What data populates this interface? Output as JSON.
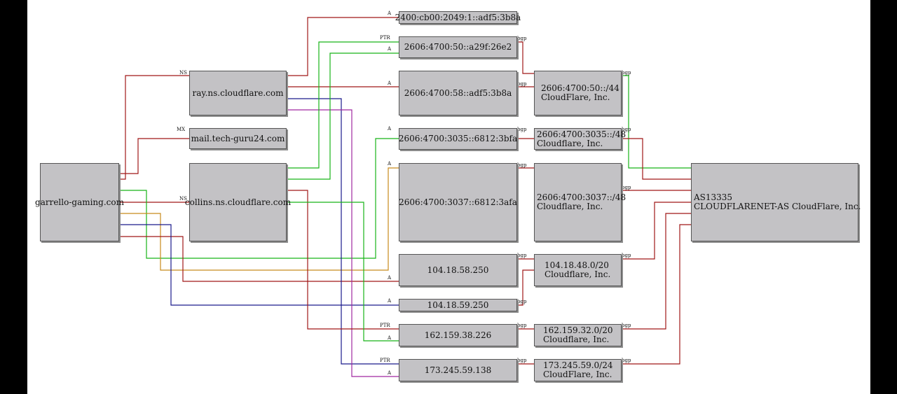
{
  "colors": {
    "red": "#a01818",
    "green": "#18b418",
    "orange": "#c88a1c",
    "navy": "#1a1a8c",
    "magenta": "#a028a0",
    "node_fill": "#c3c2c5"
  },
  "nodes": {
    "domain": "garrello-gaming.com",
    "ray_ns": "ray.ns.cloudflare.com",
    "mail": "mail.tech-guru24.com",
    "collins_ns": "collins.ns.cloudflare.com",
    "ip_2400": "2400:cb00:2049:1::adf5:3b8a",
    "ip_a29f": "2606:4700:50::a29f:26e2",
    "ip_58": "2606:4700:58::adf5:3b8a",
    "ip_3035": "2606:4700:3035::6812:3bfa",
    "ip_3037": "2606:4700:3037::6812:3afa",
    "ip_104_250": "104.18.58.250",
    "ip_104_59": "104.18.59.250",
    "ip_162": "162.159.38.226",
    "ip_173": "173.245.59.138",
    "net_50": {
      "l1": "2606:4700:50::/44",
      "l2": "CloudFlare, Inc."
    },
    "net_3035": {
      "l1": "2606:4700:3035::/48",
      "l2": "Cloudflare, Inc."
    },
    "net_3037": {
      "l1": "2606:4700:3037::/48",
      "l2": "Cloudflare, Inc."
    },
    "net_104": {
      "l1": "104.18.48.0/20",
      "l2": "Cloudflare, Inc."
    },
    "net_162": {
      "l1": "162.159.32.0/20",
      "l2": "Cloudflare, Inc."
    },
    "net_173": {
      "l1": "173.245.59.0/24",
      "l2": "CloudFlare, Inc."
    },
    "asn": {
      "l1": "AS13335",
      "l2": "CLOUDFLARENET-AS CloudFlare, Inc."
    }
  },
  "edge_labels": {
    "ns": "NS",
    "mx": "MX",
    "a": "A",
    "ptr": "PTR",
    "bgp": "bgp"
  }
}
